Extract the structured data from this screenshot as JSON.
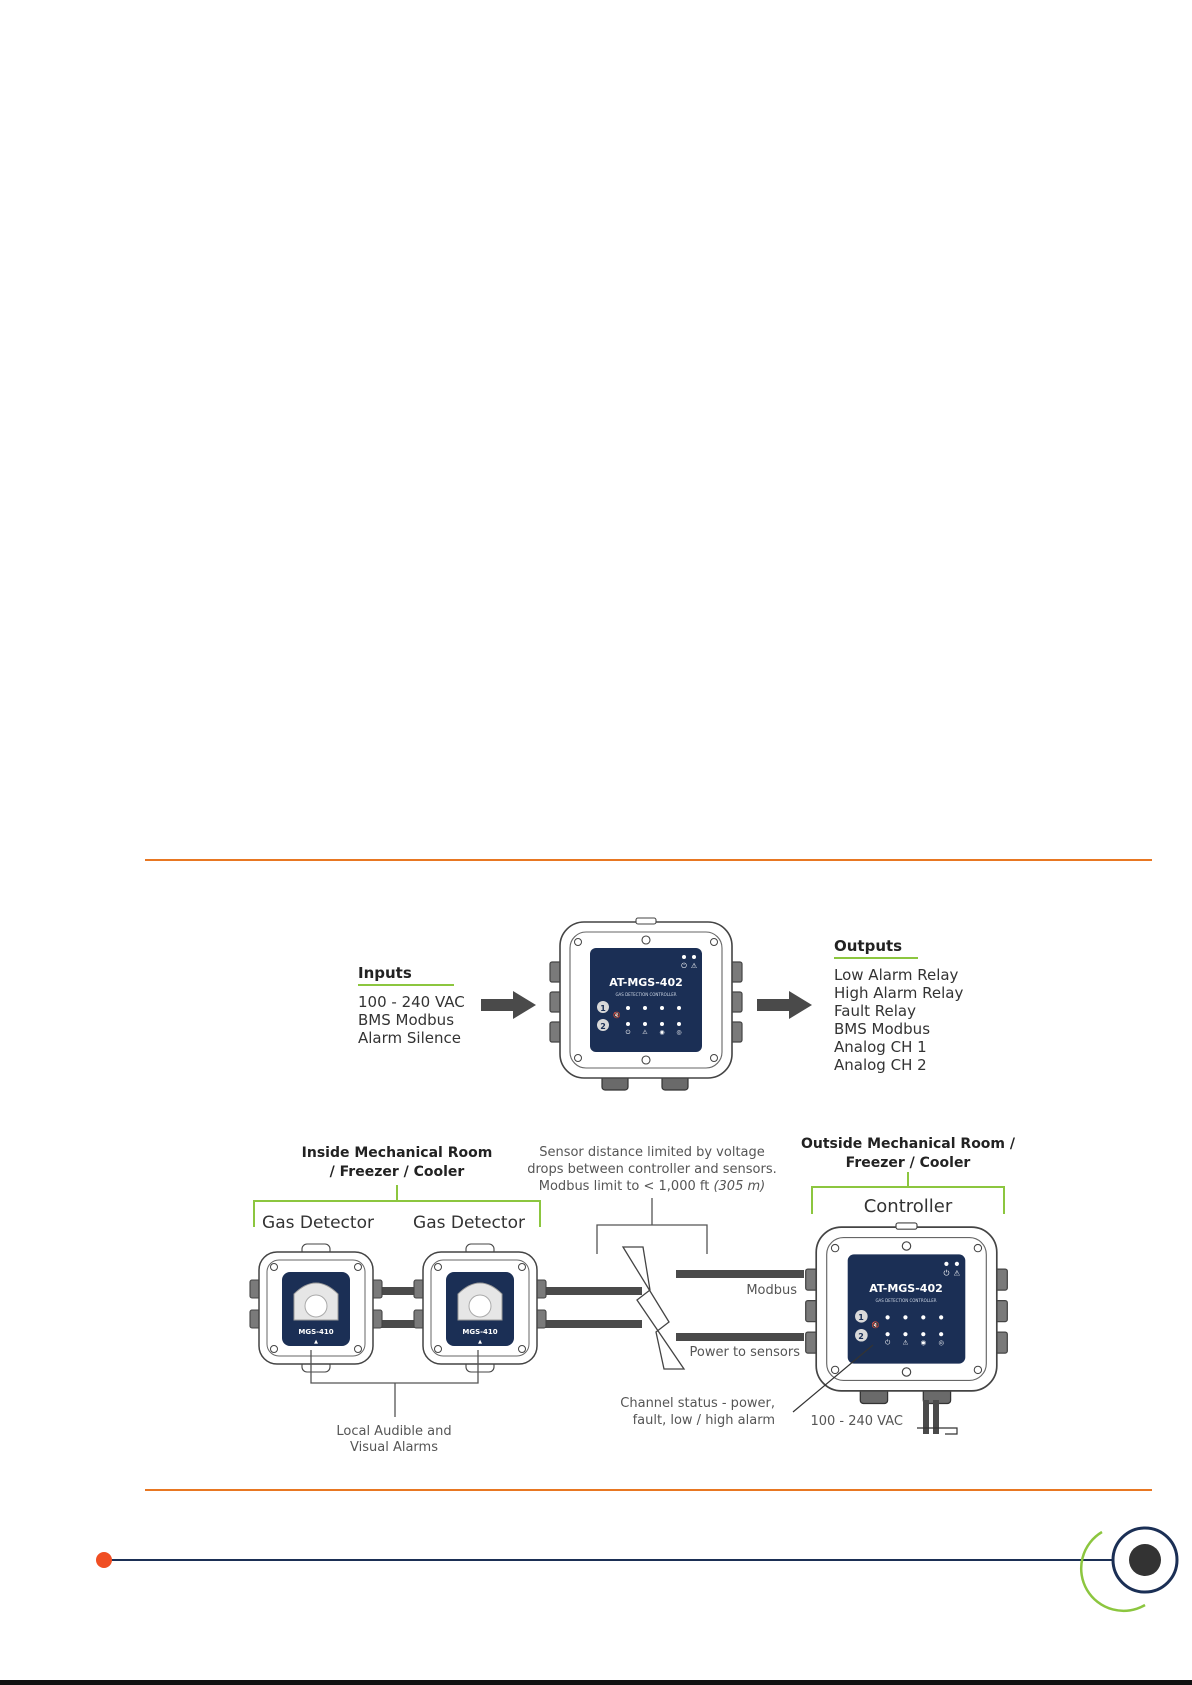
{
  "colors": {
    "accent_orange": "#e87722",
    "accent_green": "#8cc63f",
    "navy": "#1b2f55",
    "dark_gray": "#4a4a4a",
    "text_gray": "#555555",
    "timeline_dot": "#f04e23",
    "badge_circle": "#1b2f55",
    "badge_arc": "#8cc63f"
  },
  "top_diagram": {
    "inputs_title": "Inputs",
    "inputs": [
      "100 - 240 VAC",
      "BMS Modbus",
      "Alarm Silence"
    ],
    "outputs_title": "Outputs",
    "outputs": [
      "Low Alarm Relay",
      "High Alarm Relay",
      "Fault Relay",
      "BMS Modbus",
      "Analog CH 1",
      "Analog CH 2"
    ],
    "controller_model": "AT-MGS-402",
    "controller_subtitle": "GAS DETECTION CONTROLLER",
    "channel_labels": [
      "1",
      "2"
    ]
  },
  "bottom_diagram": {
    "inside_label_line1": "Inside Mechanical Room",
    "inside_label_line2": "/ Freezer / Cooler",
    "detector_label": "Gas Detector",
    "detector_model": "MGS-410",
    "distance_line1": "Sensor distance limited by voltage",
    "distance_line2": "drops between controller and sensors.",
    "distance_line3": "Modbus limit to < 1,000 ft",
    "distance_line3_italic": "(305 m)",
    "outside_label_line1": "Outside Mechanical Room /",
    "outside_label_line2": "Freezer / Cooler",
    "controller_label": "Controller",
    "controller_model": "AT-MGS-402",
    "controller_subtitle": "GAS DETECTION CONTROLLER",
    "modbus_label": "Modbus",
    "power_label": "Power to sensors",
    "channel_status_line1": "Channel status - power,",
    "channel_status_line2": "fault, low / high alarm",
    "vac_label": "100 - 240 VAC",
    "local_alarms_line1": "Local Audible and",
    "local_alarms_line2": "Visual Alarms"
  }
}
